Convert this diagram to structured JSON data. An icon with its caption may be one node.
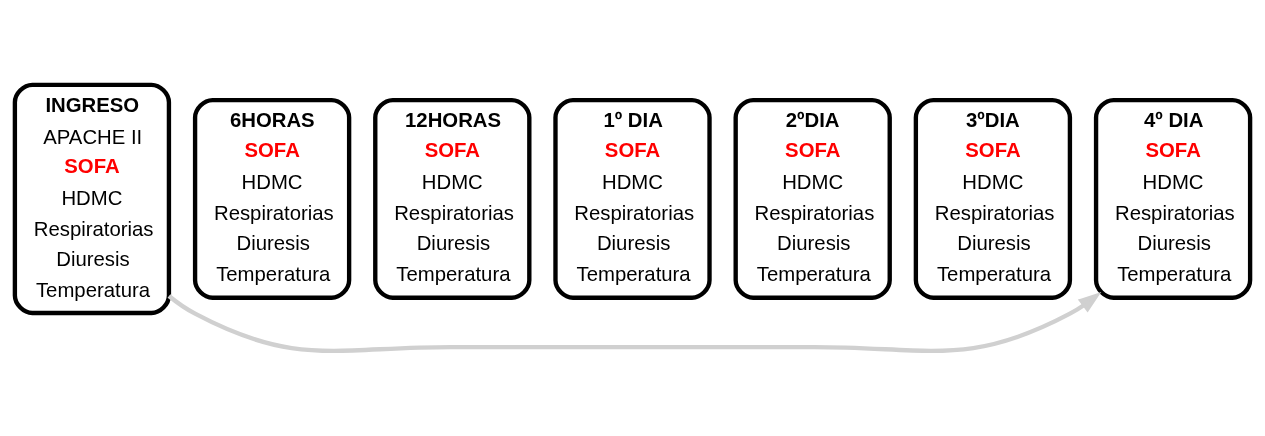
{
  "diagram": {
    "nodes": [
      {
        "text": [
          "INGRESO",
          "APACHE II",
          "SOFA",
          "HDMC",
          "Respiratorias",
          "Diuresis",
          "Temperatura"
        ]
      },
      {
        "text": [
          "6HORAS",
          "SOFA",
          "HDMC",
          "Respiratorias",
          "Diuresis",
          "Temperatura"
        ]
      },
      {
        "text": [
          "12HORAS",
          "SOFA",
          "HDMC",
          "Respiratorias",
          "Diuresis",
          "Temperatura"
        ]
      },
      {
        "text": [
          "1º DIA",
          "SOFA",
          "HDMC",
          "Respiratorias",
          "Diuresis",
          "Temperatura"
        ]
      },
      {
        "text": [
          "2ºDIA",
          "SOFA",
          "HDMC",
          "Respiratorias",
          "Diuresis",
          "Temperatura"
        ]
      },
      {
        "text": [
          "3ºDIA",
          "SOFA",
          "HDMC",
          "Respiratorias",
          "Diuresis",
          "Temperatura"
        ]
      },
      {
        "text": [
          "4º DIA",
          "SOFA",
          "HDMC",
          "Respiratorias",
          "Diuresis",
          "Temperatura"
        ]
      }
    ],
    "edges": [
      {
        "from": 0,
        "to": 6,
        "arrow": "to",
        "color": "#d0d0d0"
      }
    ]
  }
}
